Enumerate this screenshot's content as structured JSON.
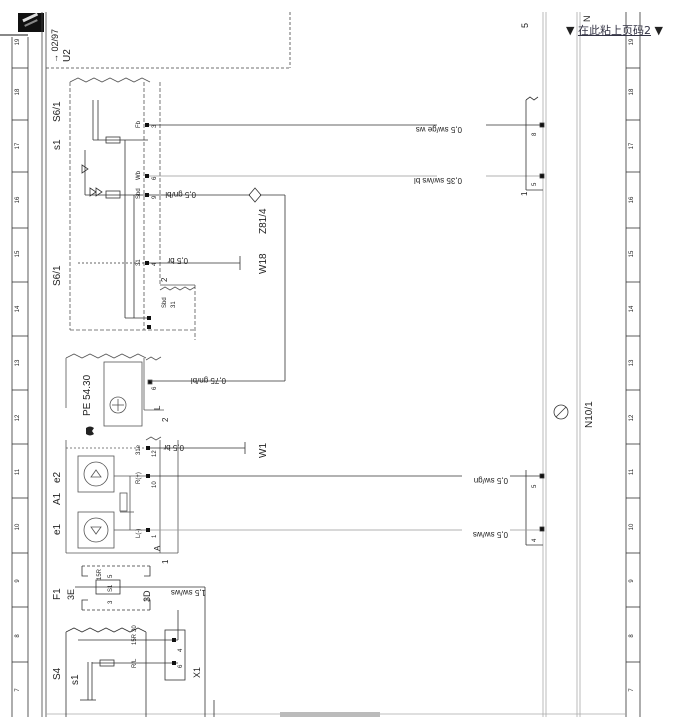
{
  "toolbar": {
    "paste_label": "在此粘上页码2",
    "prev_arrow": "▼",
    "next_arrow": "▼",
    "copy_icon": "document-copy-icon"
  },
  "sheet": {
    "date": "02/97",
    "date_arrow": "→",
    "component_u2": "U2",
    "page_number": "5",
    "n_mark": "N",
    "ruler_left": [
      "7",
      "8",
      "9",
      "10",
      "11",
      "12",
      "13",
      "14",
      "15",
      "16",
      "17",
      "18",
      "19"
    ],
    "ruler_right": [
      "7",
      "8",
      "9",
      "10",
      "11",
      "12",
      "13",
      "14",
      "15",
      "16",
      "17",
      "18",
      "19"
    ]
  },
  "components": {
    "s6_1_top": "S6/1",
    "s6_1_bottom": "S6/1",
    "s1_top": "s1",
    "s1_bottom": "s1",
    "a1": "A1",
    "e2": "e2",
    "e1": "e1",
    "f1": "F1",
    "f1_3e": "3E",
    "f1_3d": "3D",
    "s4": "S4",
    "pe": "PE 54.30",
    "w18": "W18",
    "w1": "W1",
    "z81": "Z81/4",
    "n10": "N10/1",
    "x1": "X1",
    "connector_a": "A",
    "connector_l": "L",
    "connector_2a": "2",
    "connector_2b": "2",
    "connector_1a": "1",
    "connector_1b": "1"
  },
  "pins": {
    "p3": "3",
    "p6": "6",
    "p9": "9",
    "p4": "4",
    "p6b": "6",
    "p12": "12",
    "p10": "10",
    "p1": "1",
    "p5": "5",
    "p3b": "3",
    "p6c": "6",
    "p4b": "4",
    "p8r": "8",
    "p5r": "5",
    "p5r2": "5",
    "p4r": "4",
    "t_fb": "Fb",
    "t_wb": "Wb",
    "t_sbd": "Sbd",
    "t_31": "31",
    "t_sbd2": "Sbd",
    "t_31b": "31",
    "t_31e": "31e",
    "t_rplus": "R(+)",
    "t_lminus": "L(-)",
    "t_15r": "15R",
    "t_15r2": "15R",
    "t_30": "30",
    "t_rl": "R/L",
    "t_s1": "S1",
    "f_5a": "5"
  },
  "wires": {
    "w_sw_ws": "0,5 sw/ge ws",
    "w_sw_ws_bl": "0,35 sw/ws bl",
    "w_gn_bl": "0,5 gn/bl",
    "w_br": "0,5 br",
    "w_gn_bl_75": "0,75 gn/bl",
    "w_br2": "0,5 br",
    "w_sw_gn": "0,5 sw/gn",
    "w_sw_ws2": "0,5 sw/ws",
    "w_sw_ws_15": "1,5 sw/ws"
  }
}
